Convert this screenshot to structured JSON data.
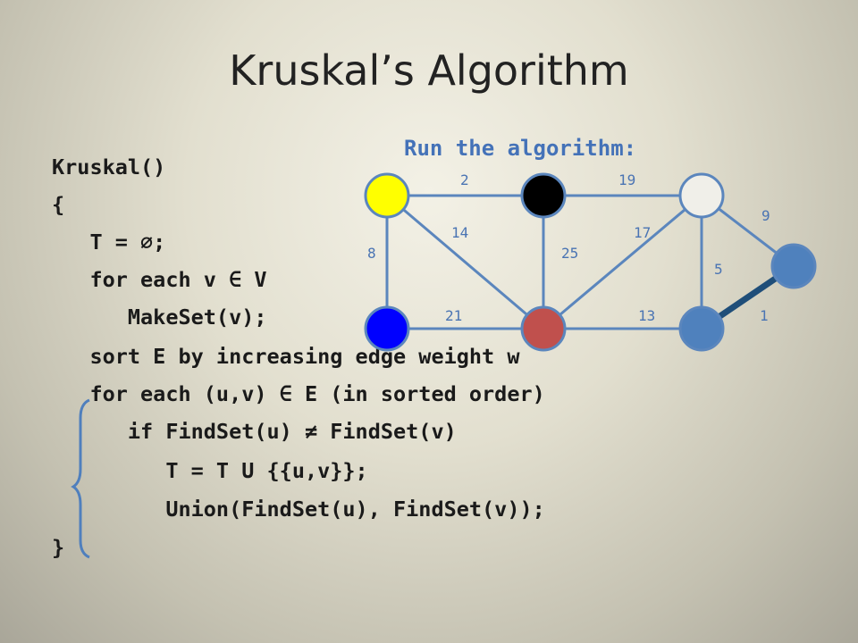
{
  "title": "Kruskal’s Algorithm",
  "run_label": "Run the algorithm:",
  "code_lines": [
    "Kruskal()",
    "{",
    "   T = ∅;",
    "   for each v ∈ V",
    "      MakeSet(v);",
    "   sort E by increasing edge weight w",
    "   for each (u,v) ∈ E (in sorted order)",
    "      if FindSet(u) ≠ FindSet(v)",
    "         T = T U {{u,v}};",
    "         Union(FindSet(u), FindSet(v));",
    "}"
  ],
  "graph": {
    "nodes": [
      {
        "id": "a",
        "color": "#ffff00"
      },
      {
        "id": "b",
        "color": "#000000"
      },
      {
        "id": "c",
        "color": "#f0efe9"
      },
      {
        "id": "d",
        "color": "#0000ff"
      },
      {
        "id": "e",
        "color": "#c0504d"
      },
      {
        "id": "f",
        "color": "#4f81bd"
      },
      {
        "id": "g",
        "color": "#4f81bd"
      }
    ],
    "edges": [
      {
        "from": "a",
        "to": "b",
        "weight": "2",
        "selected": false
      },
      {
        "from": "b",
        "to": "c",
        "weight": "19",
        "selected": false
      },
      {
        "from": "c",
        "to": "g",
        "weight": "9",
        "selected": false
      },
      {
        "from": "a",
        "to": "e",
        "weight": "14",
        "selected": false
      },
      {
        "from": "e",
        "to": "c",
        "weight": "17",
        "selected": false
      },
      {
        "from": "a",
        "to": "d",
        "weight": "8",
        "selected": false
      },
      {
        "from": "b",
        "to": "e",
        "weight": "25",
        "selected": false
      },
      {
        "from": "c",
        "to": "f",
        "weight": "5",
        "selected": false
      },
      {
        "from": "d",
        "to": "e",
        "weight": "21",
        "selected": false
      },
      {
        "from": "e",
        "to": "f",
        "weight": "13",
        "selected": false
      },
      {
        "from": "f",
        "to": "g",
        "weight": "1",
        "selected": true
      }
    ]
  },
  "colors": {
    "edge": "#5b86bd",
    "selected_edge": "#1f4e79",
    "weight_label": "#4a74b3",
    "brace": "#4f7fbd"
  }
}
